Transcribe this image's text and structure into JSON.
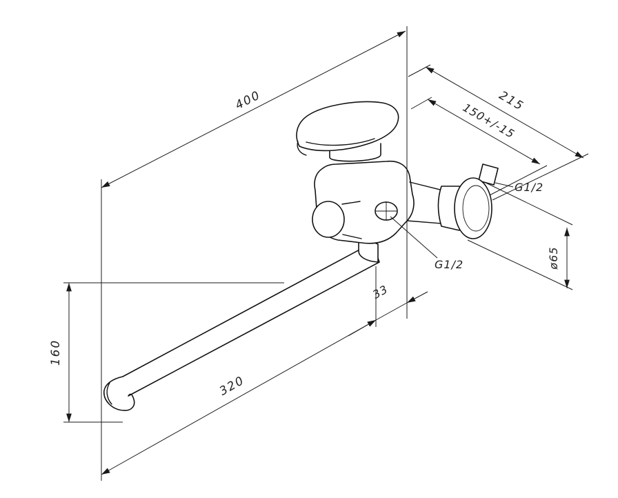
{
  "canvas": {
    "background": "#ffffff",
    "line_color": "#1a1a1a"
  },
  "drawing": {
    "labels": {
      "overall_width": "400",
      "projection": "215",
      "wall_to_handle": "150+/-15",
      "thread_wall": "G1/2",
      "flange_diameter": "ø65",
      "outlet_offset": "33",
      "thread_shower": "G1/2",
      "spout_length": "320",
      "spout_height": "160"
    }
  }
}
